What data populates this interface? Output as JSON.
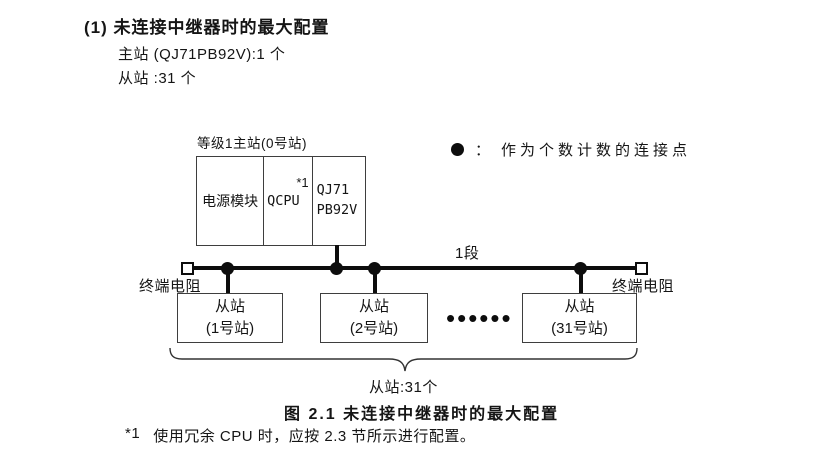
{
  "heading": {
    "title": "(1) 未连接中继器时的最大配置",
    "line1": "主站 (QJ71PB92V):1 个",
    "line2": "从站 :31 个"
  },
  "legend": {
    "colon": "：",
    "text": "作为个数计数的连接点"
  },
  "diagram": {
    "master_label": "等级1主站(0号站)",
    "modules": {
      "power": "电源模块",
      "cpu": "QCPU",
      "cpu_note": "*1",
      "pb_line1": "QJ71",
      "pb_line2": "PB92V"
    },
    "segment_label": "1段",
    "terminator_left": "终端电阻",
    "terminator_right": "终端电阻",
    "slaves": [
      {
        "name": "从站",
        "station": "(1号站)"
      },
      {
        "name": "从站",
        "station": "(2号站)"
      },
      {
        "name": "从站",
        "station": "(31号站)"
      }
    ],
    "ellipsis": "••••••",
    "brace_label": "从站:31个"
  },
  "caption": "图 2.1 未连接中继器时的最大配置",
  "footnote": {
    "marker": "*1",
    "text": "使用冗余 CPU 时，应按 2.3 节所示进行配置。"
  },
  "colors": {
    "ink": "#111111",
    "border": "#3e3e3e",
    "background": "#ffffff"
  }
}
